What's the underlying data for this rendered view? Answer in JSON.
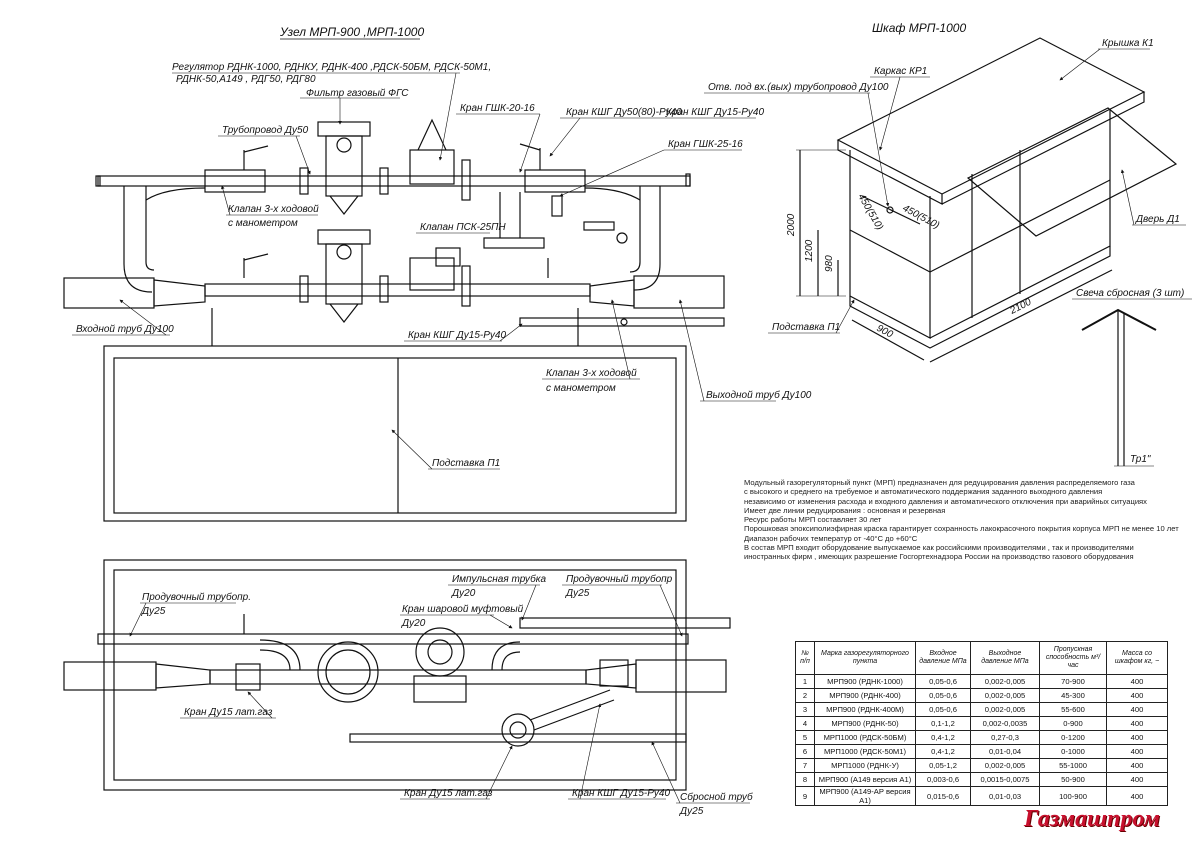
{
  "titles": {
    "node": "Узел МРП-900 ,МРП-1000",
    "cabinet": "Шкаф МРП-1000"
  },
  "labels": {
    "regulator_l1": "Регулятор РДНК-1000, РДНКУ, РДНК-400 ,РДСК-50БМ, РДСК-50М1,",
    "regulator_l2": "РДНК-50,А149 , РДГ50, РДГ80",
    "filter": "Фильтр газовый ФГС",
    "pipe_du50": "Трубопровод Ду50",
    "valve_ggk20": "Кран ГШК-20-16",
    "valve_kshg50": "Кран КШГ Ду50(80)-Ру40",
    "valve_kshg15": "Кран КШГ Ду15-Ру40",
    "valve_ggk25": "Кран ГШК-25-16",
    "valve3_l1": "Клапан 3-х ходовой",
    "valve3_l2": "с манометром",
    "valve_psk": "Клапан ПСК-25ПН",
    "inlet_pipe": "Входной труб Ду100",
    "valve_kshg15_b": "Кран КШГ Ду15-Ру40",
    "valve3b_l1": "Клапан 3-х ходовой",
    "valve3b_l2": "с манометром",
    "outlet_pipe": "Выходной труб Ду100",
    "stand_p1": "Подставка П1",
    "purge_l1": "Продувочный трубопр.",
    "purge_l2": "Ду25",
    "impulse_l1": "Импульсная трубка",
    "impulse_l2": "Ду20",
    "purge2_l1": "Продувочный трубопр",
    "purge2_l2": "Ду25",
    "ball_l1": "Кран шаровой муфтовый",
    "ball_l2": "Ду20",
    "valve_du15_a": "Кран Ду15 лат.газ",
    "valve_du15_b": "Кран Ду15 лат.газ",
    "valve_kshg15_c": "Кран КШГ Ду15-Ру40",
    "relief_l1": "Сбросной труб",
    "relief_l2": "Ду25",
    "cab_lid": "Крышка К1",
    "cab_frame": "Каркас КР1",
    "cab_opening": "Отв. под вх.(вых) трубопровод Ду100",
    "cab_door": "Дверь Д1",
    "cab_candle": "Свеча сбросная (3 шт)",
    "cab_stand": "Подставка П1",
    "cab_tp": "Тр1\""
  },
  "dimensions": {
    "h2000": "2000",
    "h1200": "1200",
    "h980": "980",
    "w2100": "2100",
    "d900": "900",
    "o1": "450(510)",
    "o2": "450(510)"
  },
  "description": [
    "Модульный газорегуляторный пункт (МРП) предназначен для редуцирования давления распределяемого газа",
    "с высокого и среднего на требуемое и автоматического поддержания заданного выходного давления",
    "независимо от изменения расхода и входного давления и автоматического отключения при аварийных ситуациях",
    "Имеет две линии редуцирования : основная и резервная",
    "Ресурс работы МРП составляет 30 лет",
    "Порошковая эпоксиполиэфирная краска гарантирует сохранность лакокрасочного покрытия корпуса МРП не менее 10 лет",
    "Диапазон рабочих температур от -40°С до +60°С",
    "В состав МРП входит оборудование выпускаемое как российскими производителями , так и производителями",
    "иностранных фирм , имеющих разрешение Госгортехнадзора России на производство газового оборудования"
  ],
  "table": {
    "headers": [
      "№ п/п",
      "Марка газорегуляторного пункта",
      "Входное давление МПа",
      "Выходное давление МПа",
      "Пропускная способность м³/час",
      "Масса со шкафом кг, ~"
    ],
    "rows": [
      [
        "1",
        "МРП900 (РДНК-1000)",
        "0,05-0,6",
        "0,002-0,005",
        "70-900",
        "400"
      ],
      [
        "2",
        "МРП900 (РДНК-400)",
        "0,05-0,6",
        "0,002-0,005",
        "45-300",
        "400"
      ],
      [
        "3",
        "МРП900 (РДНК-400М)",
        "0,05-0,6",
        "0,002-0,005",
        "55-600",
        "400"
      ],
      [
        "4",
        "МРП900 (РДНК-50)",
        "0,1-1,2",
        "0,002-0,0035",
        "0-900",
        "400"
      ],
      [
        "5",
        "МРП1000 (РДСК-50БМ)",
        "0,4-1,2",
        "0,27-0,3",
        "0-1200",
        "400"
      ],
      [
        "6",
        "МРП1000 (РДСК-50М1)",
        "0,4-1,2",
        "0,01-0,04",
        "0-1000",
        "400"
      ],
      [
        "7",
        "МРП1000 (РДНК-У)",
        "0,05-1,2",
        "0,002-0,005",
        "55-1000",
        "400"
      ],
      [
        "8",
        "МРП900 (А149 версия А1)",
        "0,003-0,6",
        "0,0015-0,0075",
        "50-900",
        "400"
      ],
      [
        "9",
        "МРП900 (А149-АР версия А1)",
        "0,015-0,6",
        "0,01-0,03",
        "100-900",
        "400"
      ]
    ]
  },
  "logo": "Газмашпром"
}
